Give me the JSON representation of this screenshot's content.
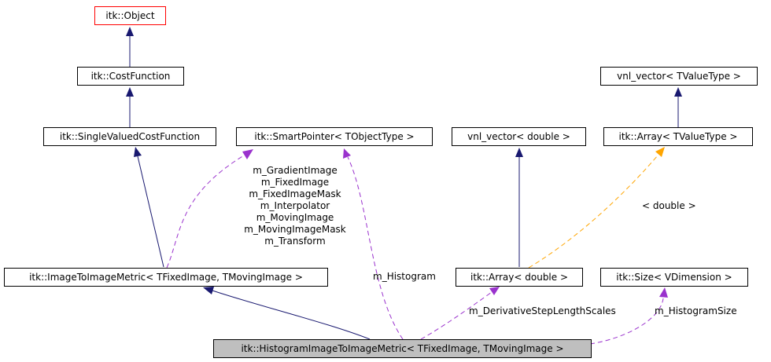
{
  "colors": {
    "inheritance": "#191970",
    "usage": "#9a32cd",
    "template": "#ffa500",
    "focus_fill": "#bfbfbf"
  },
  "nodes": {
    "object": "itk::Object",
    "cost_function": "itk::CostFunction",
    "single_valued": "itk::SingleValuedCostFunction",
    "smart_pointer": "itk::SmartPointer< TObjectType >",
    "vnl_double": "vnl_vector< double >",
    "vnl_tvalue": "vnl_vector< TValueType >",
    "array_tvalue": "itk::Array< TValueType >",
    "image_metric": "itk::ImageToImageMetric< TFixedImage, TMovingImage >",
    "array_double": "itk::Array< double >",
    "size": "itk::Size< VDimension >",
    "histogram_metric": "itk::HistogramImageToImageMetric< TFixedImage, TMovingImage >"
  },
  "edge_labels": {
    "smart_pointer_members": [
      "m_GradientImage",
      "m_FixedImage",
      "m_FixedImageMask",
      "m_Interpolator",
      "m_MovingImage",
      "m_MovingImageMask",
      "m_Transform"
    ],
    "histogram": "m_Histogram",
    "template_arg": "< double >",
    "derivative_scales": "m_DerivativeStepLengthScales",
    "histogram_size": "m_HistogramSize"
  }
}
